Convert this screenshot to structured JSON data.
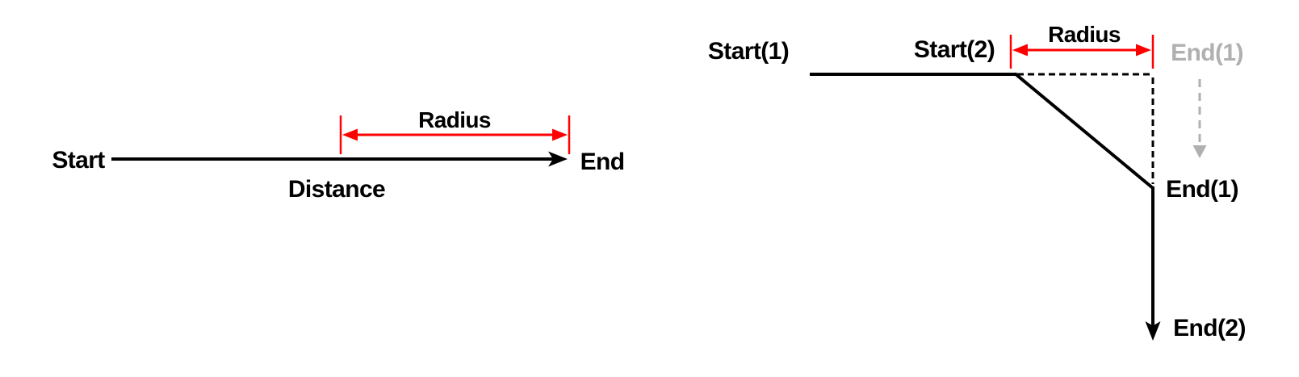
{
  "colors": {
    "line": "#000000",
    "red": "#ff0000",
    "gray": "#b0b0b0",
    "bg": "#ffffff"
  },
  "left_diagram": {
    "start_label": "Start",
    "end_label": "End",
    "distance_label": "Distance",
    "radius_label": "Radius"
  },
  "right_diagram": {
    "start1_label": "Start(1)",
    "start2_label": "Start(2)",
    "radius_label": "Radius",
    "end1_ghost_label": "End(1)",
    "end1_label": "End(1)",
    "end2_label": "End(2)"
  }
}
